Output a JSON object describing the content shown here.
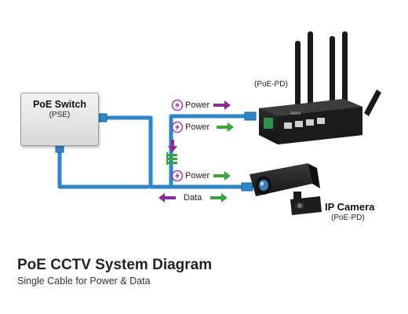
{
  "title": "PoE CCTV System Diagram",
  "subtitle": "Single Cable for Power & Data",
  "switch": {
    "name": "PoE Switch",
    "role": "(PSE)"
  },
  "router": {
    "role": "(PoE-PD)"
  },
  "camera": {
    "name": "IP Camera",
    "role": "(PoE-PD)"
  },
  "flow_labels": {
    "power_top": "Power",
    "power_mid": "Power",
    "power_cam": "Power",
    "data": "Data"
  },
  "colors": {
    "cable": "#2e86c9",
    "power_arrow": "#8b2b8f",
    "data_arrow_in": "#8b2b8f",
    "data_arrow_out": "#3aa53a",
    "power_arrow_alt": "#3aa53a",
    "lightning_icon": "#a23aa5",
    "device_dark": "#1e1e1e"
  },
  "icons": [
    "plug-icon",
    "cloud-network-icon",
    "lightning-icon",
    "splitter-icon",
    "antenna-icon"
  ]
}
